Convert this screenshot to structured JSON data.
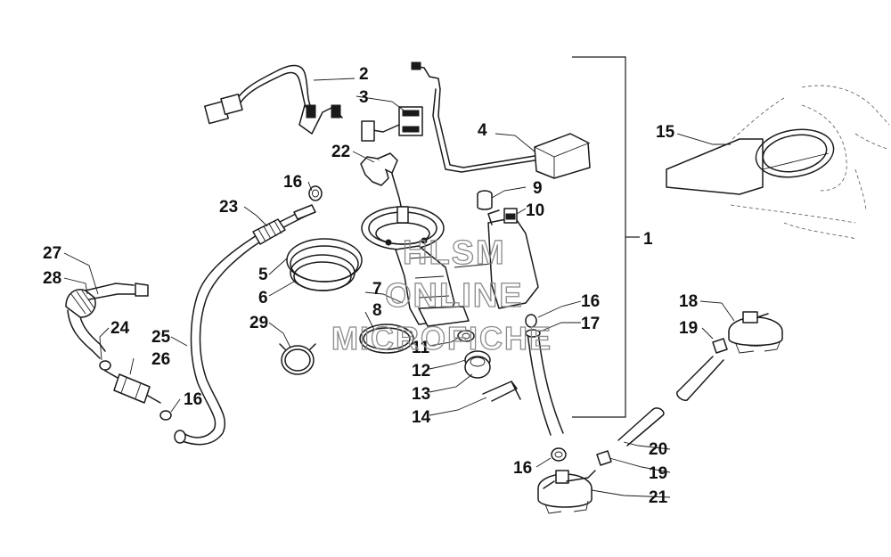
{
  "callouts": [
    {
      "id": "c2",
      "label": "2"
    },
    {
      "id": "c3",
      "label": "3"
    },
    {
      "id": "c4",
      "label": "4"
    },
    {
      "id": "c22",
      "label": "22"
    },
    {
      "id": "c16a",
      "label": "16"
    },
    {
      "id": "c9",
      "label": "9"
    },
    {
      "id": "c10",
      "label": "10"
    },
    {
      "id": "c15",
      "label": "15"
    },
    {
      "id": "c23",
      "label": "23"
    },
    {
      "id": "c1",
      "label": "1"
    },
    {
      "id": "c27",
      "label": "27"
    },
    {
      "id": "c28",
      "label": "28"
    },
    {
      "id": "c5",
      "label": "5"
    },
    {
      "id": "c6",
      "label": "6"
    },
    {
      "id": "c7",
      "label": "7"
    },
    {
      "id": "c8",
      "label": "8"
    },
    {
      "id": "c16b",
      "label": "16"
    },
    {
      "id": "c17",
      "label": "17"
    },
    {
      "id": "c18",
      "label": "18"
    },
    {
      "id": "c19a",
      "label": "19"
    },
    {
      "id": "c24",
      "label": "24"
    },
    {
      "id": "c29",
      "label": "29"
    },
    {
      "id": "c25",
      "label": "25"
    },
    {
      "id": "c26",
      "label": "26"
    },
    {
      "id": "c11",
      "label": "11"
    },
    {
      "id": "c12",
      "label": "12"
    },
    {
      "id": "c13",
      "label": "13"
    },
    {
      "id": "c16c",
      "label": "16"
    },
    {
      "id": "c14",
      "label": "14"
    },
    {
      "id": "c20",
      "label": "20"
    },
    {
      "id": "c16d",
      "label": "16"
    },
    {
      "id": "c19b",
      "label": "19"
    },
    {
      "id": "c21",
      "label": "21"
    }
  ],
  "watermark": {
    "line1": "HLSM",
    "line2": "ONLINE",
    "line3": "MICROFICHE"
  }
}
